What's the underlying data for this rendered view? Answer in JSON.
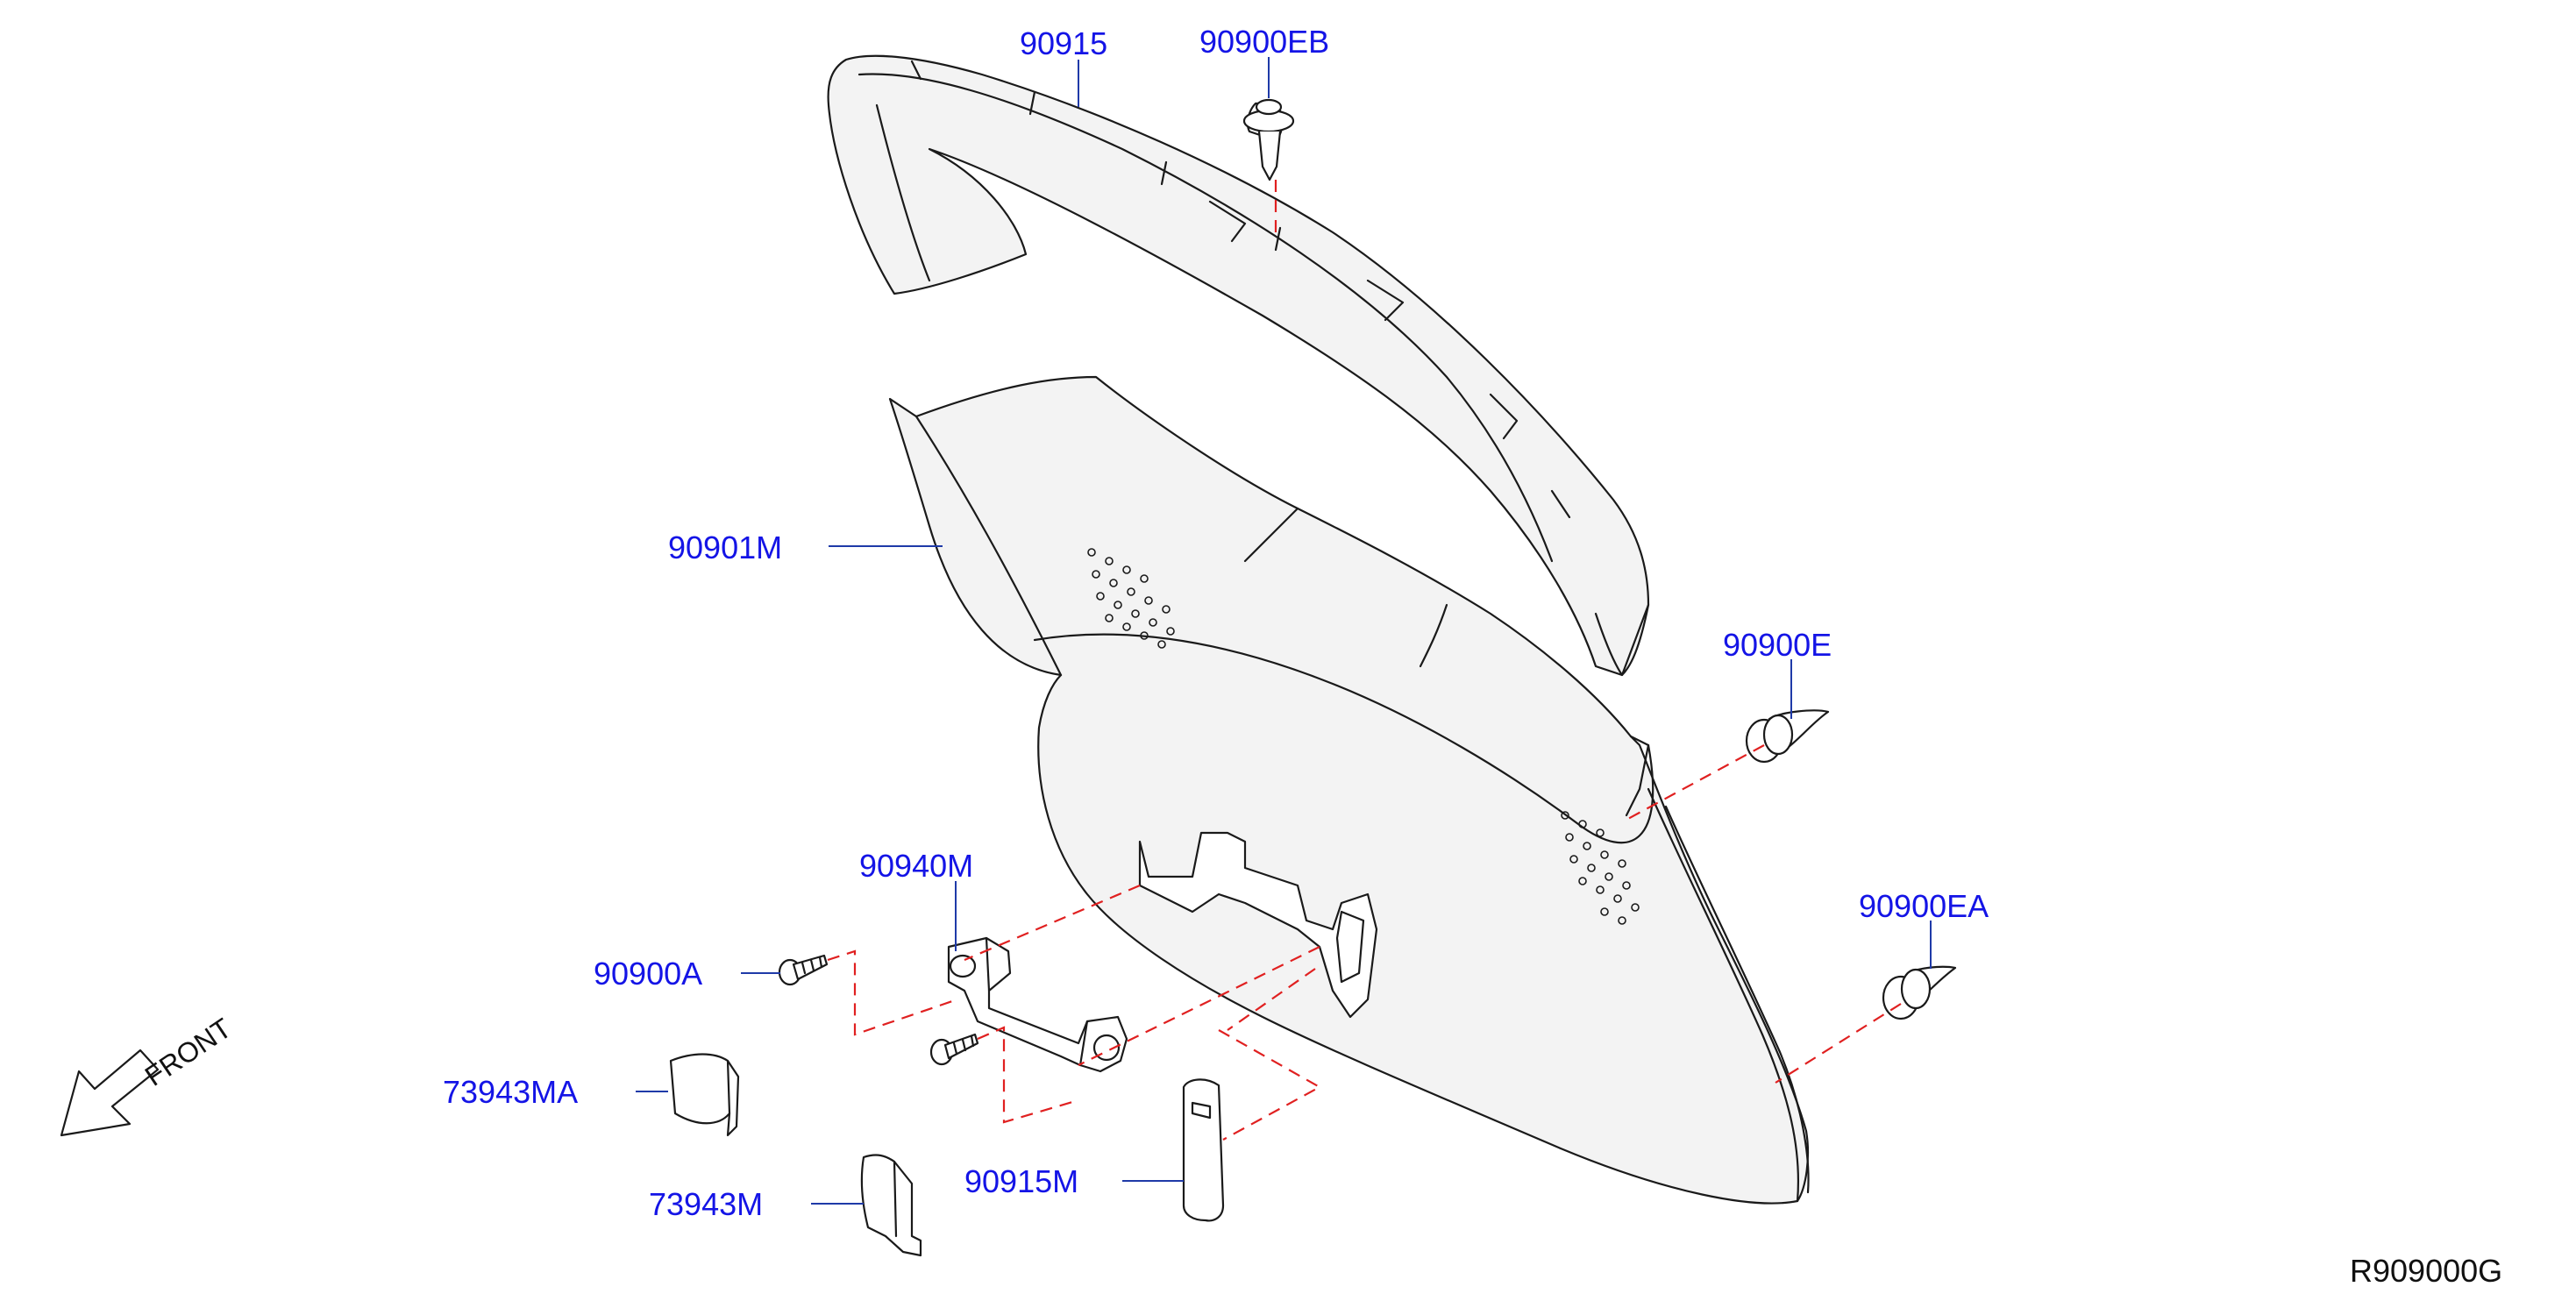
{
  "diagram": {
    "reference_code": "R909000G",
    "front_label": "FRONT",
    "callouts": {
      "c90915": "90915",
      "c90900EB": "90900EB",
      "c90901M": "90901M",
      "c90900E": "90900E",
      "c90900EA": "90900EA",
      "c90940M": "90940M",
      "c90900A": "90900A",
      "c73943MA": "73943MA",
      "c73943M": "73943M",
      "c90915M": "90915M"
    },
    "colors": {
      "callout_text": "#1414e6",
      "leader_line": "#1f3aa8",
      "assembly_dash": "#e02020",
      "outline": "#1a1a1a"
    }
  }
}
